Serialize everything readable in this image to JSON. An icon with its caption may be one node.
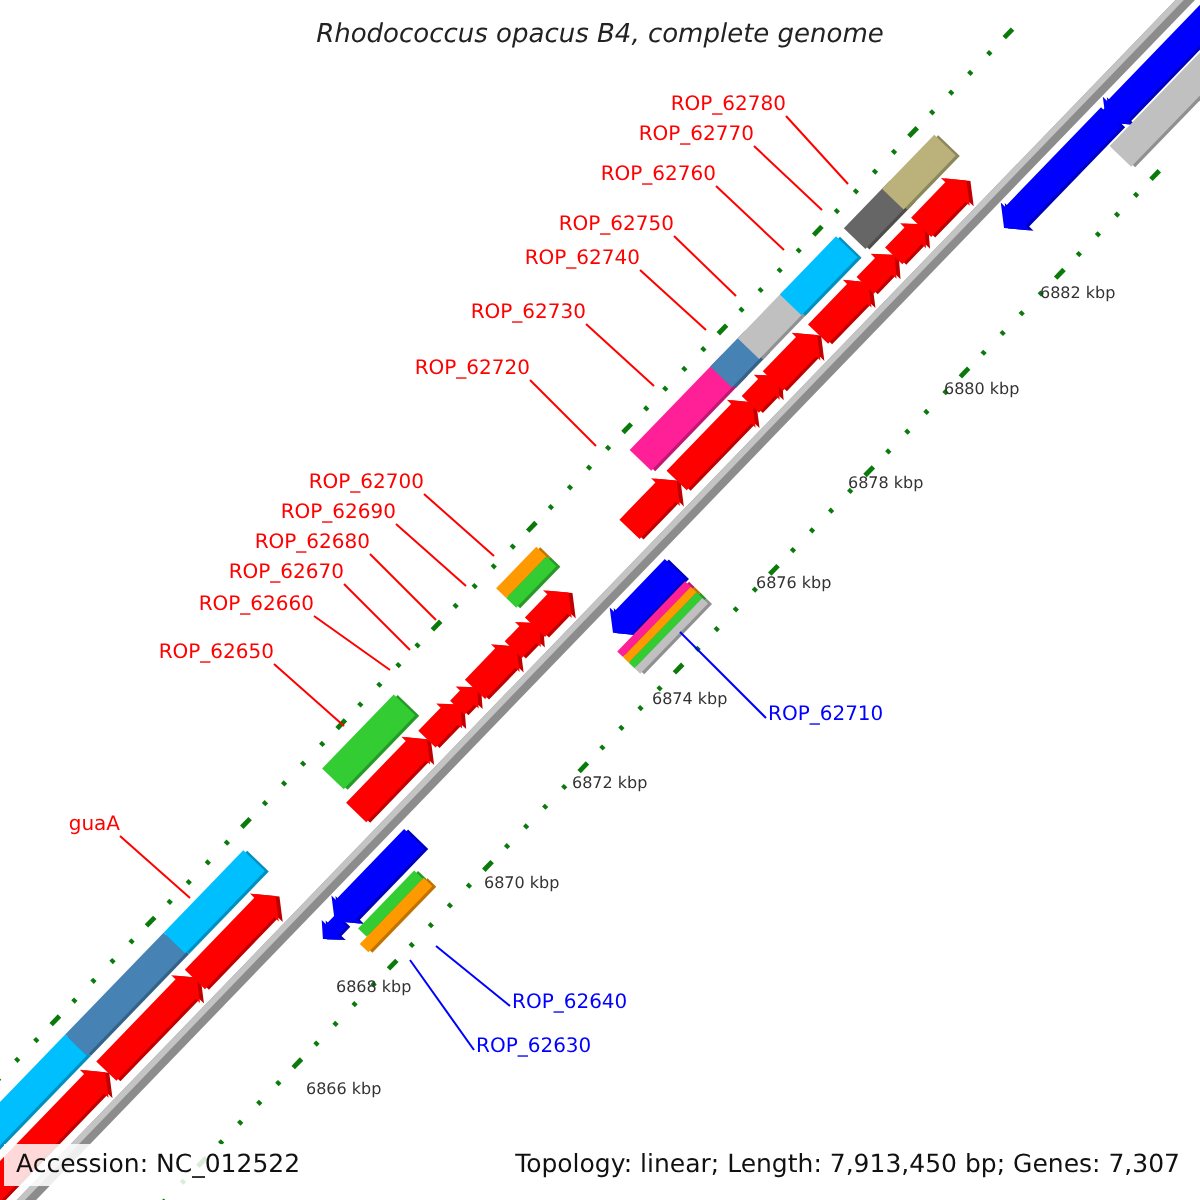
{
  "diagram": {
    "title": "Rhodococcus opacus B4, complete genome",
    "nodes": [
      {
        "text": [
          "ROP_62780"
        ]
      },
      {
        "text": [
          "ROP_62770"
        ]
      },
      {
        "text": [
          "ROP_62760"
        ]
      },
      {
        "text": [
          "ROP_62750"
        ]
      },
      {
        "text": [
          "ROP_62740"
        ]
      },
      {
        "text": [
          "ROP_62730"
        ]
      },
      {
        "text": [
          "ROP_62720"
        ]
      },
      {
        "text": [
          "ROP_62700"
        ]
      },
      {
        "text": [
          "ROP_62690"
        ]
      },
      {
        "text": [
          "ROP_62680"
        ]
      },
      {
        "text": [
          "ROP_62670"
        ]
      },
      {
        "text": [
          "ROP_62660"
        ]
      },
      {
        "text": [
          "ROP_62650"
        ]
      },
      {
        "text": [
          "ROP_62710"
        ]
      },
      {
        "text": [
          "guaA"
        ]
      },
      {
        "text": [
          "ROP_62640"
        ]
      },
      {
        "text": [
          "ROP_62630"
        ]
      }
    ],
    "edges": [
      {
        "from": 0,
        "to": null,
        "arrow": "none"
      },
      {
        "from": 1,
        "to": null,
        "arrow": "none"
      },
      {
        "from": 2,
        "to": null,
        "arrow": "none"
      },
      {
        "from": 3,
        "to": null,
        "arrow": "none"
      },
      {
        "from": 4,
        "to": null,
        "arrow": "none"
      },
      {
        "from": 5,
        "to": null,
        "arrow": "none"
      },
      {
        "from": 6,
        "to": null,
        "arrow": "none"
      },
      {
        "from": 7,
        "to": null,
        "arrow": "none"
      },
      {
        "from": 8,
        "to": null,
        "arrow": "none"
      },
      {
        "from": 9,
        "to": null,
        "arrow": "none"
      },
      {
        "from": 10,
        "to": null,
        "arrow": "none"
      },
      {
        "from": 11,
        "to": null,
        "arrow": "none"
      },
      {
        "from": 12,
        "to": null,
        "arrow": "none"
      },
      {
        "from": 13,
        "to": null,
        "arrow": "none",
        "color": "#0000ff"
      },
      {
        "from": 14,
        "to": null,
        "arrow": "none"
      },
      {
        "from": 15,
        "to": null,
        "arrow": "none",
        "color": "#0000ff"
      },
      {
        "from": 16,
        "to": null,
        "arrow": "none",
        "color": "#0000ff"
      }
    ],
    "labels": [
      "6882 kbp",
      "6880 kbp",
      "6878 kbp",
      "6876 kbp",
      "6874 kbp",
      "6872 kbp",
      "6870 kbp",
      "6868 kbp",
      "6866 kbp",
      "Accession: NC_012522",
      "Topology: linear; Length: 7,913,450 bp; Genes: 7,307"
    ]
  }
}
